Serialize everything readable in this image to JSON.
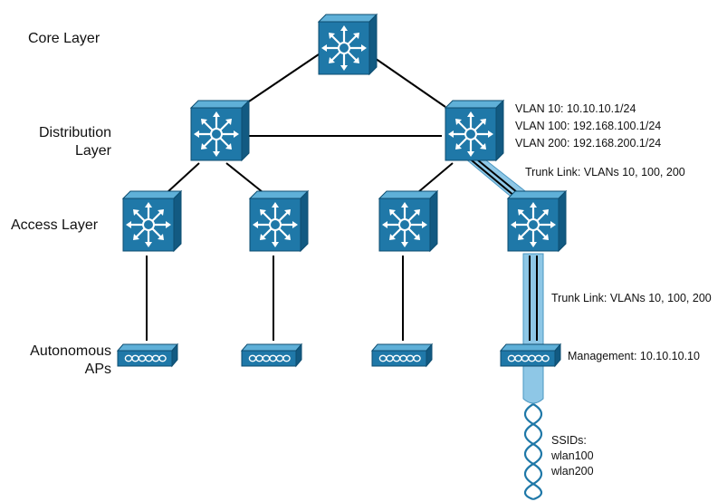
{
  "layers": {
    "core": "Core Layer",
    "distribution_line1": "Distribution",
    "distribution_line2": "Layer",
    "access": "Access Layer",
    "aps_line1": "Autonomous",
    "aps_line2": "APs"
  },
  "annotations": {
    "vlan10": "VLAN 10: 10.10.10.1/24",
    "vlan100": "VLAN 100: 192.168.100.1/24",
    "vlan200": "VLAN 200: 192.168.200.1/24",
    "trunk_upper": "Trunk Link: VLANs 10, 100, 200",
    "trunk_lower": "Trunk Link: VLANs 10, 100, 200",
    "management": "Management: 10.10.10.10",
    "ssids_title": "SSIDs:",
    "ssid1": "wlan100",
    "ssid2": "wlan200"
  },
  "colors": {
    "switch_front": "#1f78a8",
    "switch_top": "#5fb0d8",
    "switch_side": "#125a82",
    "trunk_highlight": "#8ec7e6",
    "link": "#000000"
  },
  "icons": {
    "switch": "layer3-switch-icon",
    "access_point": "access-point-icon",
    "wireless": "wireless-signal-icon"
  }
}
